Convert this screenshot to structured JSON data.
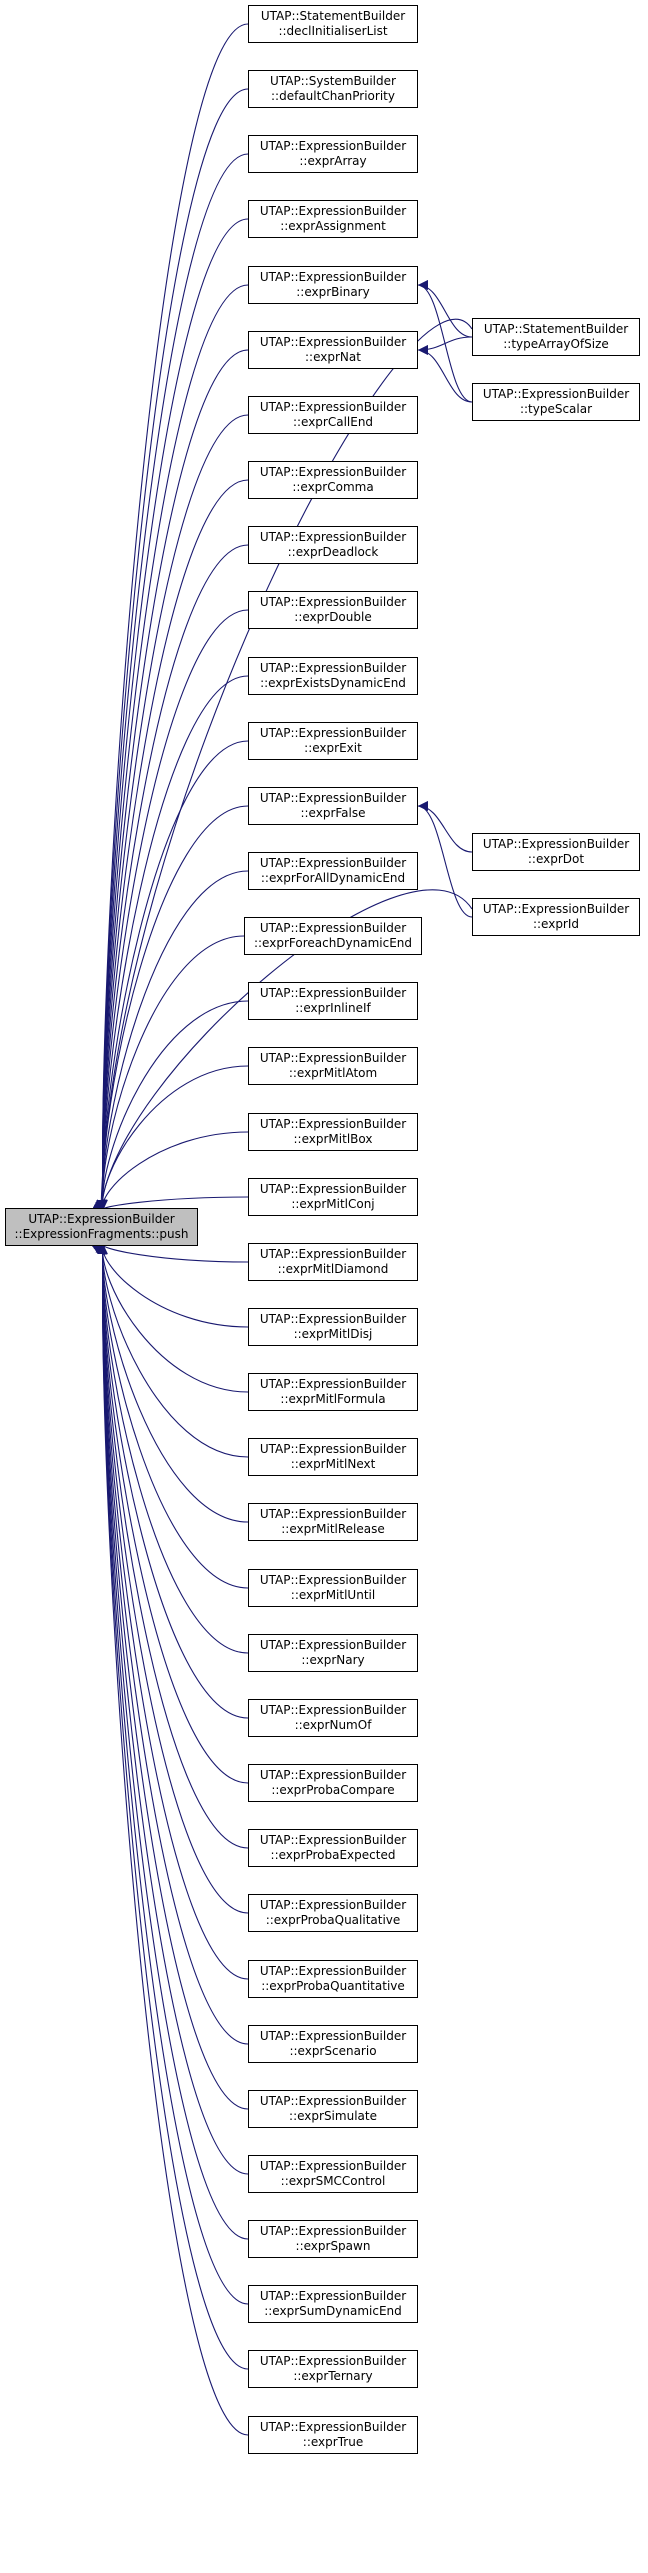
{
  "diagram": {
    "colors": {
      "edge": "#191970",
      "border": "#000000",
      "root_fill": "#bfbfbf",
      "node_fill": "#ffffff"
    },
    "root": {
      "id": "root",
      "line1": "UTAP::ExpressionBuilder",
      "line2": "::ExpressionFragments::push"
    },
    "nodes": [
      {
        "id": "n0",
        "line1": "UTAP::StatementBuilder",
        "line2": "::declInitialiserList"
      },
      {
        "id": "n1",
        "line1": "UTAP::SystemBuilder",
        "line2": "::defaultChanPriority"
      },
      {
        "id": "n2",
        "line1": "UTAP::ExpressionBuilder",
        "line2": "::exprArray"
      },
      {
        "id": "n3",
        "line1": "UTAP::ExpressionBuilder",
        "line2": "::exprAssignment"
      },
      {
        "id": "n4",
        "line1": "UTAP::ExpressionBuilder",
        "line2": "::exprBinary"
      },
      {
        "id": "n5",
        "line1": "UTAP::ExpressionBuilder",
        "line2": "::exprNat"
      },
      {
        "id": "n6",
        "line1": "UTAP::ExpressionBuilder",
        "line2": "::exprCallEnd"
      },
      {
        "id": "n7",
        "line1": "UTAP::ExpressionBuilder",
        "line2": "::exprComma"
      },
      {
        "id": "n8",
        "line1": "UTAP::ExpressionBuilder",
        "line2": "::exprDeadlock"
      },
      {
        "id": "n9",
        "line1": "UTAP::ExpressionBuilder",
        "line2": "::exprDouble"
      },
      {
        "id": "n10",
        "line1": "UTAP::ExpressionBuilder",
        "line2": "::exprExistsDynamicEnd"
      },
      {
        "id": "n11",
        "line1": "UTAP::ExpressionBuilder",
        "line2": "::exprExit"
      },
      {
        "id": "n12",
        "line1": "UTAP::ExpressionBuilder",
        "line2": "::exprFalse"
      },
      {
        "id": "n13",
        "line1": "UTAP::ExpressionBuilder",
        "line2": "::exprForAllDynamicEnd"
      },
      {
        "id": "n14",
        "line1": "UTAP::ExpressionBuilder",
        "line2": "::exprForeachDynamicEnd"
      },
      {
        "id": "n15",
        "line1": "UTAP::ExpressionBuilder",
        "line2": "::exprInlineIf"
      },
      {
        "id": "n16",
        "line1": "UTAP::ExpressionBuilder",
        "line2": "::exprMitlAtom"
      },
      {
        "id": "n17",
        "line1": "UTAP::ExpressionBuilder",
        "line2": "::exprMitlBox"
      },
      {
        "id": "n18",
        "line1": "UTAP::ExpressionBuilder",
        "line2": "::exprMitlConj"
      },
      {
        "id": "n19",
        "line1": "UTAP::ExpressionBuilder",
        "line2": "::exprMitlDiamond"
      },
      {
        "id": "n20",
        "line1": "UTAP::ExpressionBuilder",
        "line2": "::exprMitlDisj"
      },
      {
        "id": "n21",
        "line1": "UTAP::ExpressionBuilder",
        "line2": "::exprMitlFormula"
      },
      {
        "id": "n22",
        "line1": "UTAP::ExpressionBuilder",
        "line2": "::exprMitlNext"
      },
      {
        "id": "n23",
        "line1": "UTAP::ExpressionBuilder",
        "line2": "::exprMitlRelease"
      },
      {
        "id": "n24",
        "line1": "UTAP::ExpressionBuilder",
        "line2": "::exprMitlUntil"
      },
      {
        "id": "n25",
        "line1": "UTAP::ExpressionBuilder",
        "line2": "::exprNary"
      },
      {
        "id": "n26",
        "line1": "UTAP::ExpressionBuilder",
        "line2": "::exprNumOf"
      },
      {
        "id": "n27",
        "line1": "UTAP::ExpressionBuilder",
        "line2": "::exprProbaCompare"
      },
      {
        "id": "n28",
        "line1": "UTAP::ExpressionBuilder",
        "line2": "::exprProbaExpected"
      },
      {
        "id": "n29",
        "line1": "UTAP::ExpressionBuilder",
        "line2": "::exprProbaQualitative"
      },
      {
        "id": "n30",
        "line1": "UTAP::ExpressionBuilder",
        "line2": "::exprProbaQuantitative"
      },
      {
        "id": "n31",
        "line1": "UTAP::ExpressionBuilder",
        "line2": "::exprScenario"
      },
      {
        "id": "n32",
        "line1": "UTAP::ExpressionBuilder",
        "line2": "::exprSimulate"
      },
      {
        "id": "n33",
        "line1": "UTAP::ExpressionBuilder",
        "line2": "::exprSMCControl"
      },
      {
        "id": "n34",
        "line1": "UTAP::ExpressionBuilder",
        "line2": "::exprSpawn"
      },
      {
        "id": "n35",
        "line1": "UTAP::ExpressionBuilder",
        "line2": "::exprSumDynamicEnd"
      },
      {
        "id": "n36",
        "line1": "UTAP::ExpressionBuilder",
        "line2": "::exprTernary"
      },
      {
        "id": "n37",
        "line1": "UTAP::ExpressionBuilder",
        "line2": "::exprTrue"
      }
    ],
    "right_nodes": [
      {
        "id": "r0",
        "line1": "UTAP::StatementBuilder",
        "line2": "::typeArrayOfSize"
      },
      {
        "id": "r1",
        "line1": "UTAP::ExpressionBuilder",
        "line2": "::typeScalar"
      },
      {
        "id": "r2",
        "line1": "UTAP::ExpressionBuilder",
        "line2": "::exprDot"
      },
      {
        "id": "r3",
        "line1": "UTAP::ExpressionBuilder",
        "line2": "::exprId"
      }
    ],
    "edges": [
      {
        "from": "r0",
        "to": "n4"
      },
      {
        "from": "r0",
        "to": "n5"
      },
      {
        "from": "r0",
        "to": "root"
      },
      {
        "from": "r1",
        "to": "n4"
      },
      {
        "from": "r1",
        "to": "n5"
      },
      {
        "from": "r2",
        "to": "n12"
      },
      {
        "from": "r3",
        "to": "n12"
      },
      {
        "from": "r3",
        "to": "root"
      }
    ]
  }
}
